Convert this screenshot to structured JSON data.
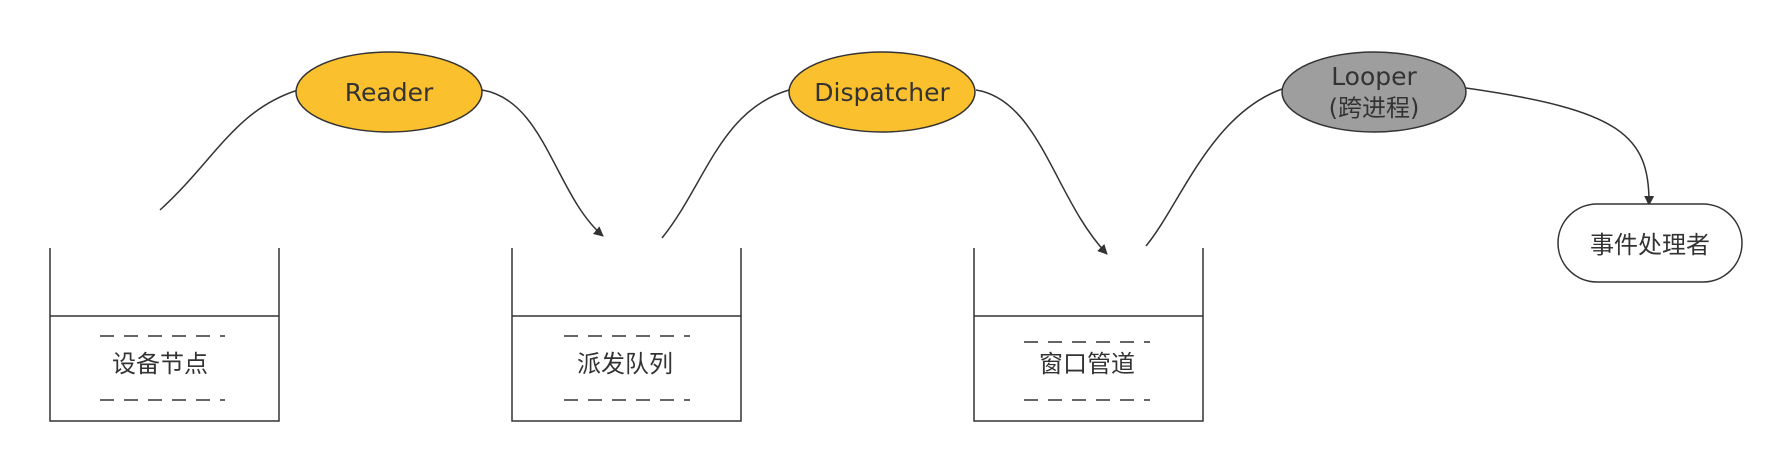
{
  "nodes": {
    "reader": {
      "label": "Reader",
      "fill": "#FBC02D"
    },
    "dispatcher": {
      "label": "Dispatcher",
      "fill": "#FBC02D"
    },
    "looper": {
      "label": "Looper",
      "sublabel": "(跨进程)",
      "fill": "#9E9E9E"
    },
    "handler": {
      "label": "事件处理者"
    }
  },
  "containers": {
    "device": {
      "label": "设备节点"
    },
    "queue": {
      "label": "派发队列"
    },
    "window": {
      "label": "窗口管道"
    }
  },
  "colors": {
    "stroke": "#333333",
    "text": "#333333"
  }
}
